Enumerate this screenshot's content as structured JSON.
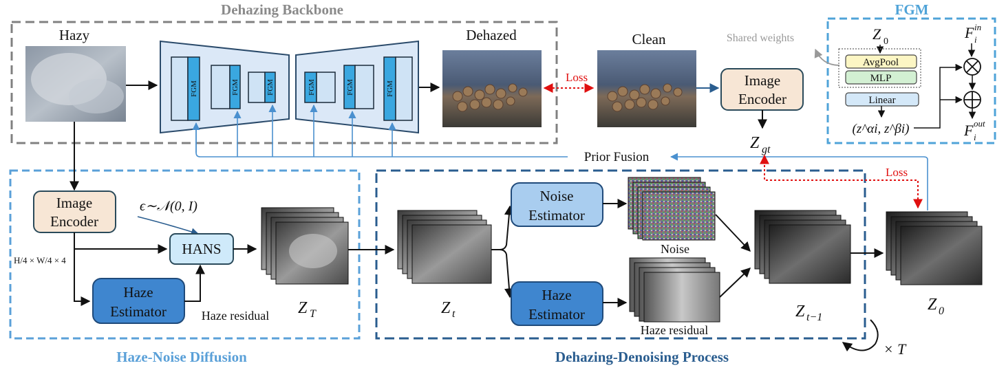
{
  "sections": {
    "dehazing_backbone": "Dehazing Backbone",
    "fgm": "FGM",
    "haze_noise_diffusion": "Haze-Noise Diffusion",
    "dehazing_denoising_process": "Dehazing-Denoising Process"
  },
  "labels": {
    "hazy": "Hazy",
    "dehazed": "Dehazed",
    "clean": "Clean",
    "loss": "Loss",
    "loss2": "Loss",
    "image_encoder_top": [
      "Image",
      "Encoder"
    ],
    "image_encoder_left": [
      "Image",
      "Encoder"
    ],
    "z_gt": "Z",
    "z_gt_sub": "gt",
    "prior_fusion": "Prior Fusion",
    "shared_weights": "Shared weights",
    "fgm_block": "FGM",
    "epsilon": "ϵ∼𝒩(0, I)",
    "hans": "HANS",
    "haze_estimator": [
      "Haze",
      "Estimator"
    ],
    "haze_estimator2": [
      "Haze",
      "Estimator"
    ],
    "noise_estimator": [
      "Noise",
      "Estimator"
    ],
    "haze_residual": "Haze residual",
    "haze_residual2": "Haze residual",
    "noise": "Noise",
    "z_T": "Z",
    "z_T_sub": "T",
    "z_t": "Z",
    "z_t_sub": "t",
    "z_t1": "Z",
    "z_t1_sub": "t−1",
    "z_0": "Z",
    "z_0_sub": "0",
    "times_T": "× T",
    "dims": "H/4 × W/4 × 4"
  },
  "fgm_module": {
    "z0": "Z",
    "z0_sub": "0",
    "avgpool": "AvgPool",
    "mlp": "MLP",
    "linear": "Linear",
    "alpha_beta": "(z^αi, z^βi)",
    "f_in": "F",
    "f_in_sup": "in",
    "f_in_sub": "i",
    "f_out": "F",
    "f_out_sup": "out",
    "f_out_sub": "i"
  },
  "colors": {
    "backbone_border": "#808080",
    "fgm_border": "#4fa3d8",
    "diffusion_border": "#5aa0d8",
    "denoise_border": "#2a5d8f",
    "encoder_fill": "#f7e6d5",
    "estimator_fill": "#3f86cf",
    "noise_estimator_fill": "#a9cdef",
    "hans_fill": "#cfeafa",
    "unet_fill": "#dbe8f7",
    "fgm_bar": "#3aa7e0",
    "arrow_blue": "#4a90cf",
    "loss_red": "#e01010"
  }
}
